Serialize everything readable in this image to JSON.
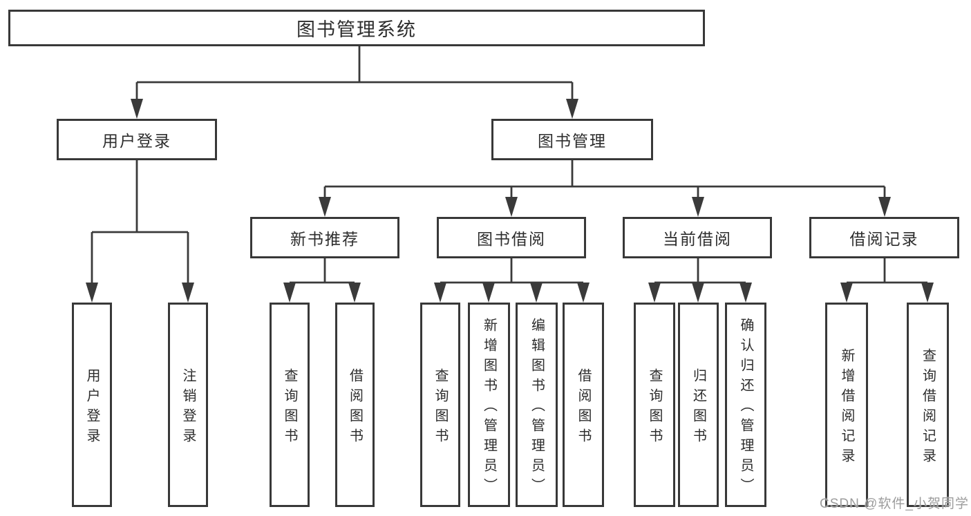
{
  "diagram": {
    "title": "图书管理系统",
    "level2": [
      {
        "label": "用户登录"
      },
      {
        "label": "图书管理"
      }
    ],
    "level3": [
      {
        "label": "新书推荐",
        "parent": "图书管理"
      },
      {
        "label": "图书借阅",
        "parent": "图书管理"
      },
      {
        "label": "当前借阅",
        "parent": "图书管理"
      },
      {
        "label": "借阅记录",
        "parent": "图书管理"
      }
    ],
    "leaves": [
      {
        "label": "用户登录",
        "parent": "用户登录"
      },
      {
        "label": "注销登录",
        "parent": "用户登录"
      },
      {
        "label": "查询图书",
        "parent": "新书推荐"
      },
      {
        "label": "借阅图书",
        "parent": "新书推荐"
      },
      {
        "label": "查询图书",
        "parent": "图书借阅"
      },
      {
        "label": "新增图书（管理员）",
        "parent": "图书借阅"
      },
      {
        "label": "编辑图书（管理员）",
        "parent": "图书借阅"
      },
      {
        "label": "借阅图书",
        "parent": "图书借阅"
      },
      {
        "label": "查询图书",
        "parent": "当前借阅"
      },
      {
        "label": "归还图书",
        "parent": "当前借阅"
      },
      {
        "label": "确认归还（管理员）",
        "parent": "当前借阅"
      },
      {
        "label": "新增借阅记录",
        "parent": "借阅记录"
      },
      {
        "label": "查询借阅记录",
        "parent": "借阅记录"
      }
    ]
  },
  "watermark": "CSDN @软件_小贺同学",
  "colors": {
    "line": "#3a3a3a",
    "border": "#383838",
    "text": "#2d2d2d",
    "watermark": "#9c9c9c",
    "background": "#ffffff"
  }
}
